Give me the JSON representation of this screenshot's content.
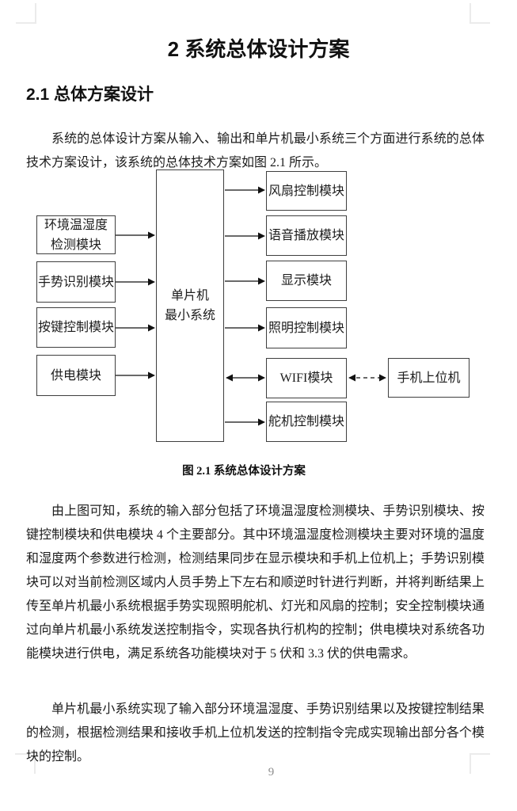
{
  "doc": {
    "chapter_title": "2 系统总体设计方案",
    "section_heading": "2.1 总体方案设计",
    "intro_paragraph": "系统的总体设计方案从输入、输出和单片机最小系统三个方面进行系统的总体技术方案设计，该系统的总体技术方案如图 2.1 所示。",
    "figure_caption": "图 2.1 系统总体设计方案",
    "paragraph_after_figure_1": "由上图可知，系统的输入部分包括了环境温湿度检测模块、手势识别模块、按键控制模块和供电模块 4 个主要部分。其中环境温湿度检测模块主要对环境的温度和湿度两个参数进行检测，检测结果同步在显示模块和手机上位机上；手势识别模块可以对当前检测区域内人员手势上下左右和顺逆时针进行判断，并将判断结果上传至单片机最小系统根据手势实现照明舵机、灯光和风扇的控制；安全控制模块通过向单片机最小系统发送控制指令，实现各执行机构的控制；供电模块对系统各功能模块进行供电，满足系统各功能模块对于 5 伏和 3.3 伏的供电需求。",
    "paragraph_after_figure_2": "单片机最小系统实现了输入部分环境温湿度、手势识别结果以及按键控制结果的检测，根据检测结果和接收手机上位机发送的控制指令完成实现输出部分各个模块的控制。",
    "page_number": "9"
  },
  "diagram": {
    "inputs": [
      {
        "lines": [
          "环境温湿度",
          "检测模块"
        ]
      },
      {
        "lines": [
          "手势识别模块"
        ]
      },
      {
        "lines": [
          "按键控制模块"
        ]
      },
      {
        "lines": [
          "供电模块"
        ]
      }
    ],
    "center": {
      "lines": [
        "单片机",
        "最小系统"
      ]
    },
    "outputs": [
      {
        "label": "风扇控制模块"
      },
      {
        "label": "语音播放模块"
      },
      {
        "label": "显示模块"
      },
      {
        "label": "照明控制模块"
      },
      {
        "label": "WIFI模块"
      },
      {
        "label": "舵机控制模块"
      }
    ],
    "remote": {
      "label": "手机上位机"
    }
  }
}
